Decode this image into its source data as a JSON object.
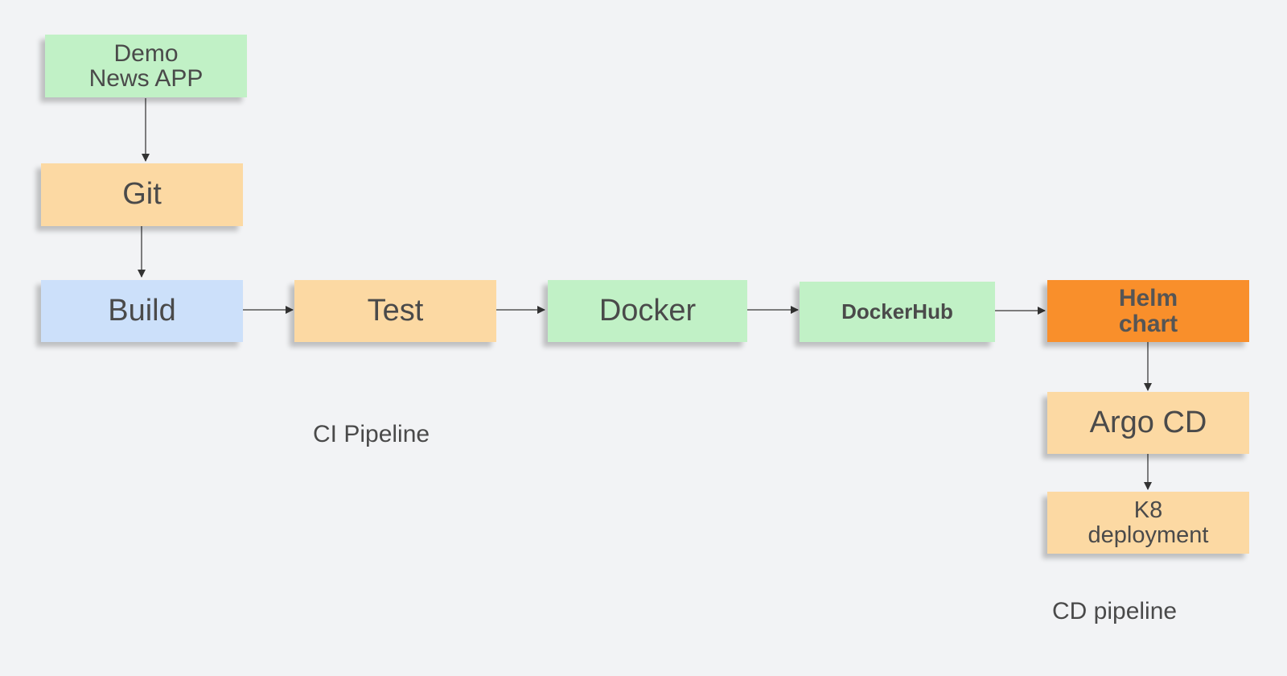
{
  "nodes": {
    "demo": {
      "line1": "Demo",
      "line2": "News APP",
      "color": "#c1f1c6"
    },
    "git": {
      "label": "Git",
      "color": "#fcd9a3"
    },
    "build": {
      "label": "Build",
      "color": "#cce0fa"
    },
    "test": {
      "label": "Test",
      "color": "#fcd9a3"
    },
    "docker": {
      "label": "Docker",
      "color": "#c1f1c6"
    },
    "dockerhub": {
      "label": "DockerHub",
      "color": "#c1f1c6"
    },
    "helm": {
      "line1": "Helm",
      "line2": "chart",
      "color": "#f98f2b"
    },
    "argocd": {
      "label": "Argo CD",
      "color": "#fcd9a3"
    },
    "k8": {
      "line1": "K8",
      "line2": "deployment",
      "color": "#fcd9a3"
    }
  },
  "captions": {
    "ci": "CI Pipeline",
    "cd": "CD pipeline"
  },
  "edges": [
    {
      "from": "demo",
      "to": "git"
    },
    {
      "from": "git",
      "to": "build"
    },
    {
      "from": "build",
      "to": "test"
    },
    {
      "from": "test",
      "to": "docker"
    },
    {
      "from": "docker",
      "to": "dockerhub"
    },
    {
      "from": "dockerhub",
      "to": "helm"
    },
    {
      "from": "helm",
      "to": "argocd"
    },
    {
      "from": "argocd",
      "to": "k8"
    }
  ]
}
